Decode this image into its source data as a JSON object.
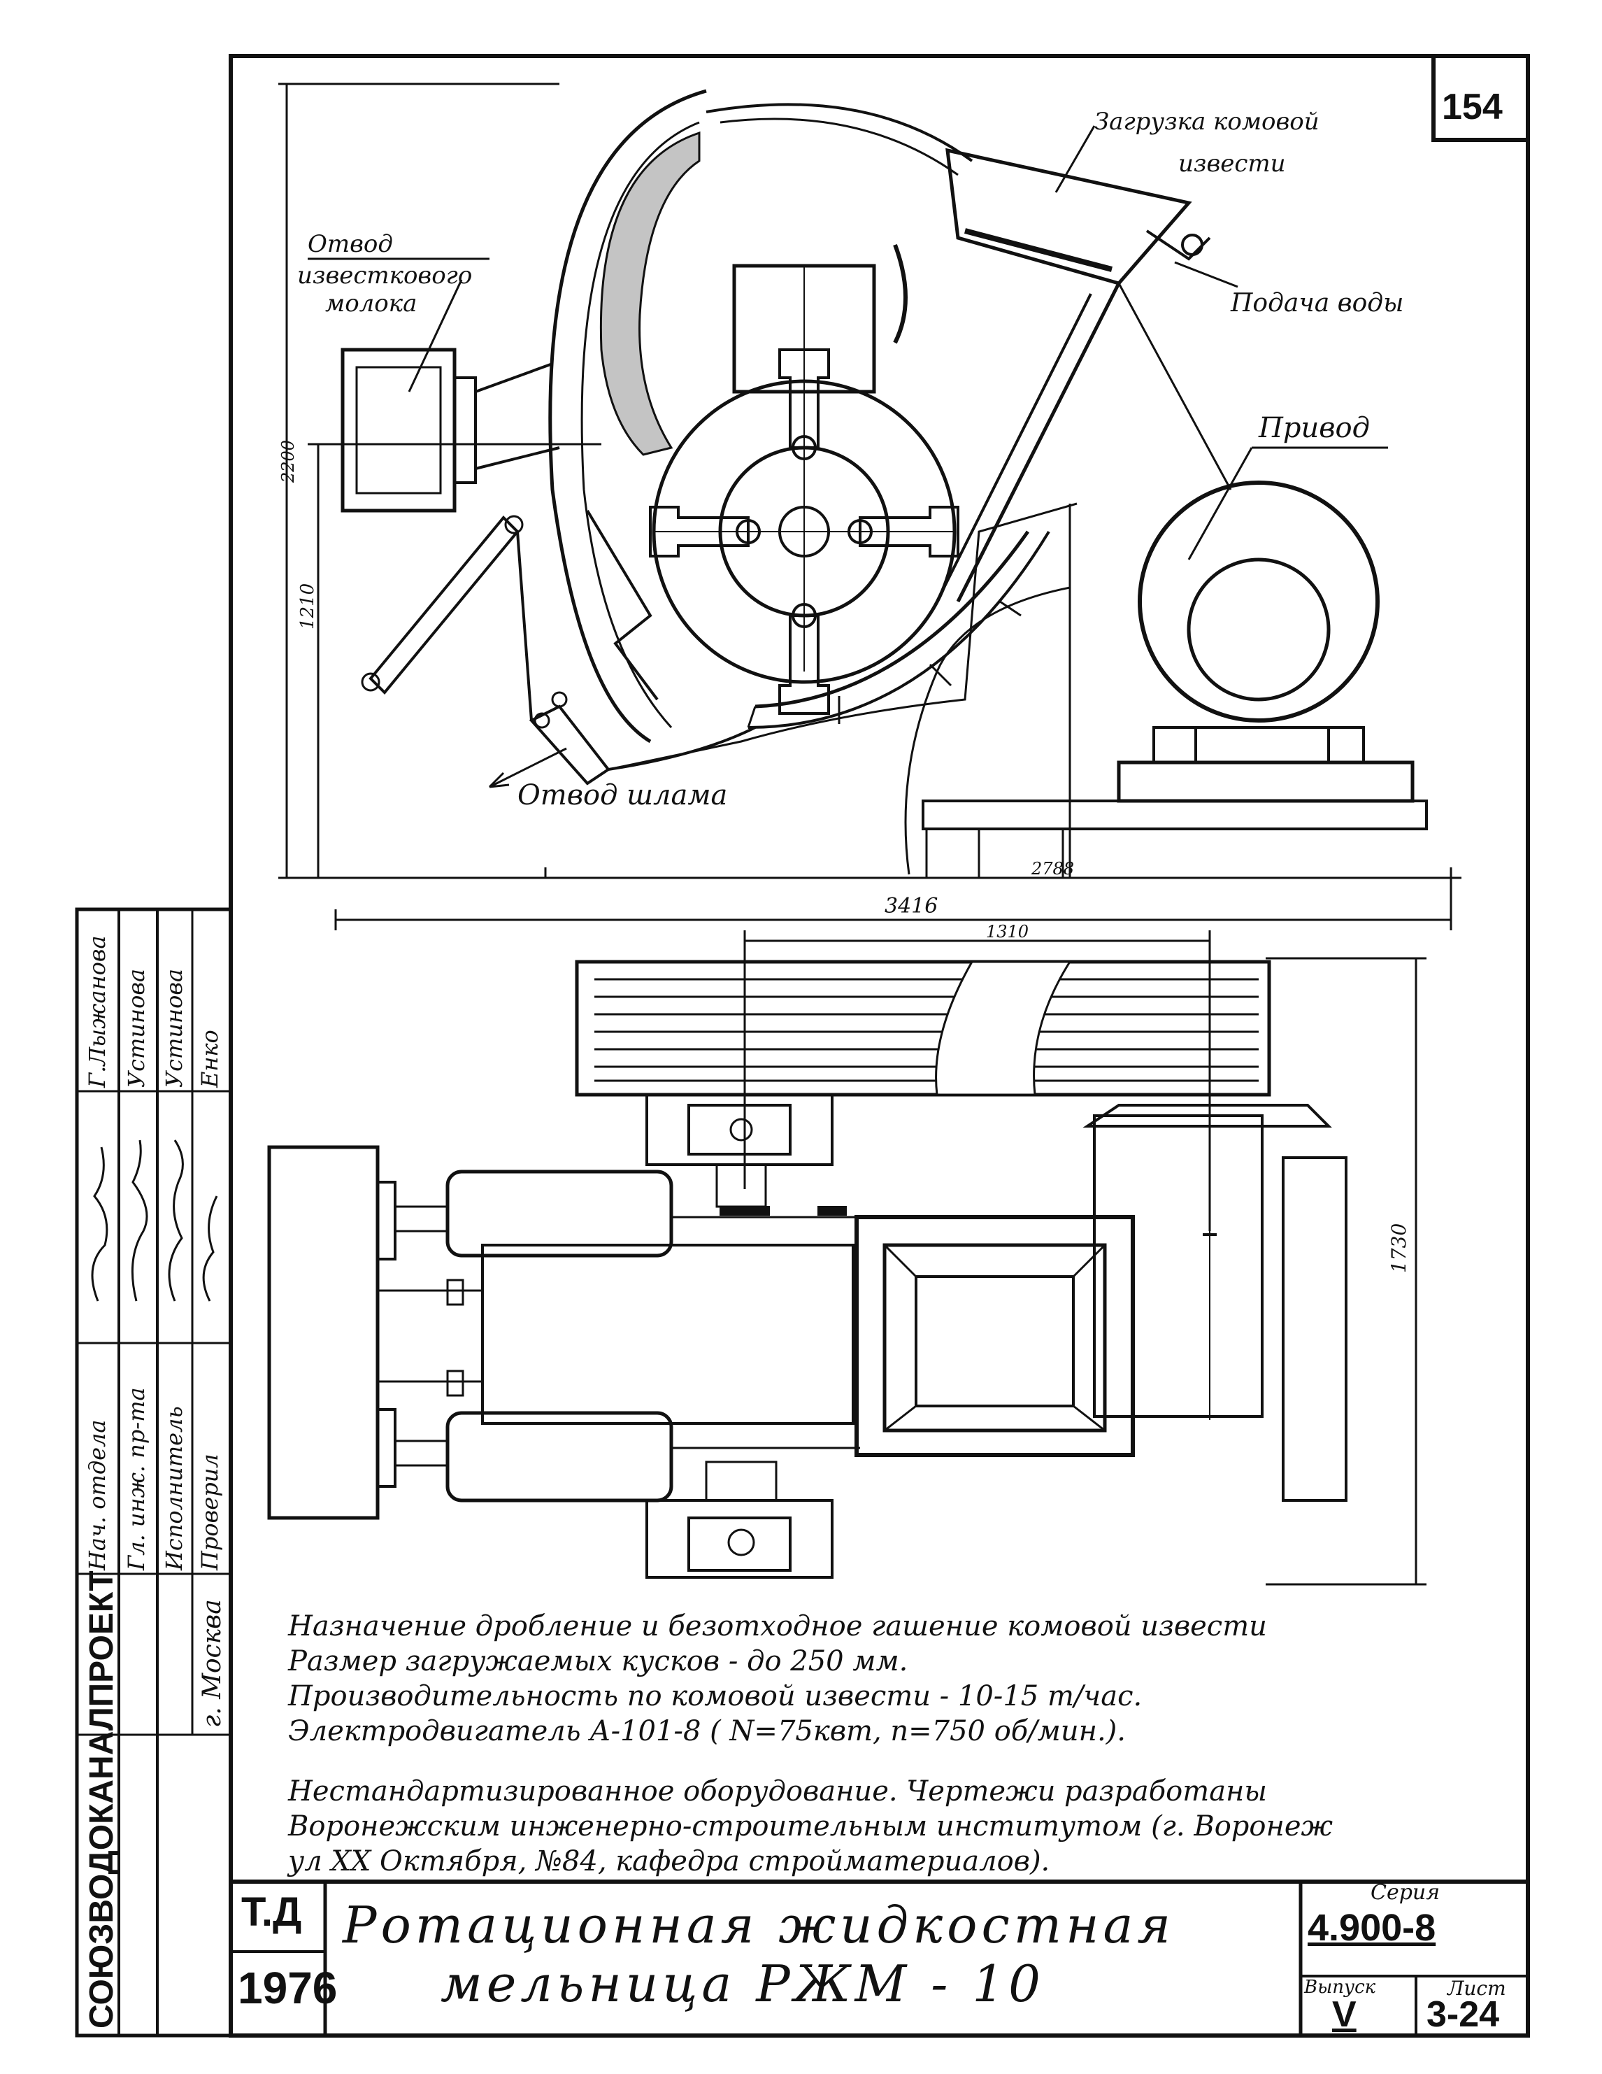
{
  "sheet_number": "154",
  "labels": {
    "loading": "Загрузка комовой извести",
    "water": "Подача воды",
    "milk_outlet": "Отвод известкового молока",
    "drive": "Привод",
    "sludge_outlet": "Отвод шлама"
  },
  "dimensions": {
    "d2200": "2200",
    "d1210": "1210",
    "d2788": "2788",
    "d3416": "3416",
    "d1310": "1310",
    "d1730": "1730"
  },
  "notes": [
    "Назначение дробление и безотходное гашение комовой извести",
    "Размер загружаемых кусков - до 250 мм.",
    "Производительность по комовой извести - 10-15 т/час.",
    "Электродвигатель А-101-8 ( N=75квт, n=750 об/мин.).",
    "Нестандартизированное оборудование. Чертежи разработаны",
    "Воронежским инженерно-строительным институтом (г. Воронеж",
    "ул XX Октября, №84, кафедра стройматериалов)."
  ],
  "title_block": {
    "title_line1": "Ротационная жидкостная",
    "title_line2": "мельница РЖМ - 10",
    "td": "Т.Д",
    "year": "1976",
    "series_label": "Серия",
    "series": "4.900-8",
    "issue_label": "Выпуск",
    "issue": "V",
    "sheet_label": "Лист",
    "sheet": "3-24"
  },
  "side_stamp": {
    "org": "СОЮЗВОДОКАНАЛПРОЕКТ",
    "city": "г. Москва",
    "roles": [
      "Нач. отдела",
      "Гл. инж. пр-та",
      "Исполнитель",
      "Проверил"
    ],
    "names": [
      "Г.Лыжанова",
      "Устинова",
      "Устинова",
      "Енко"
    ]
  }
}
